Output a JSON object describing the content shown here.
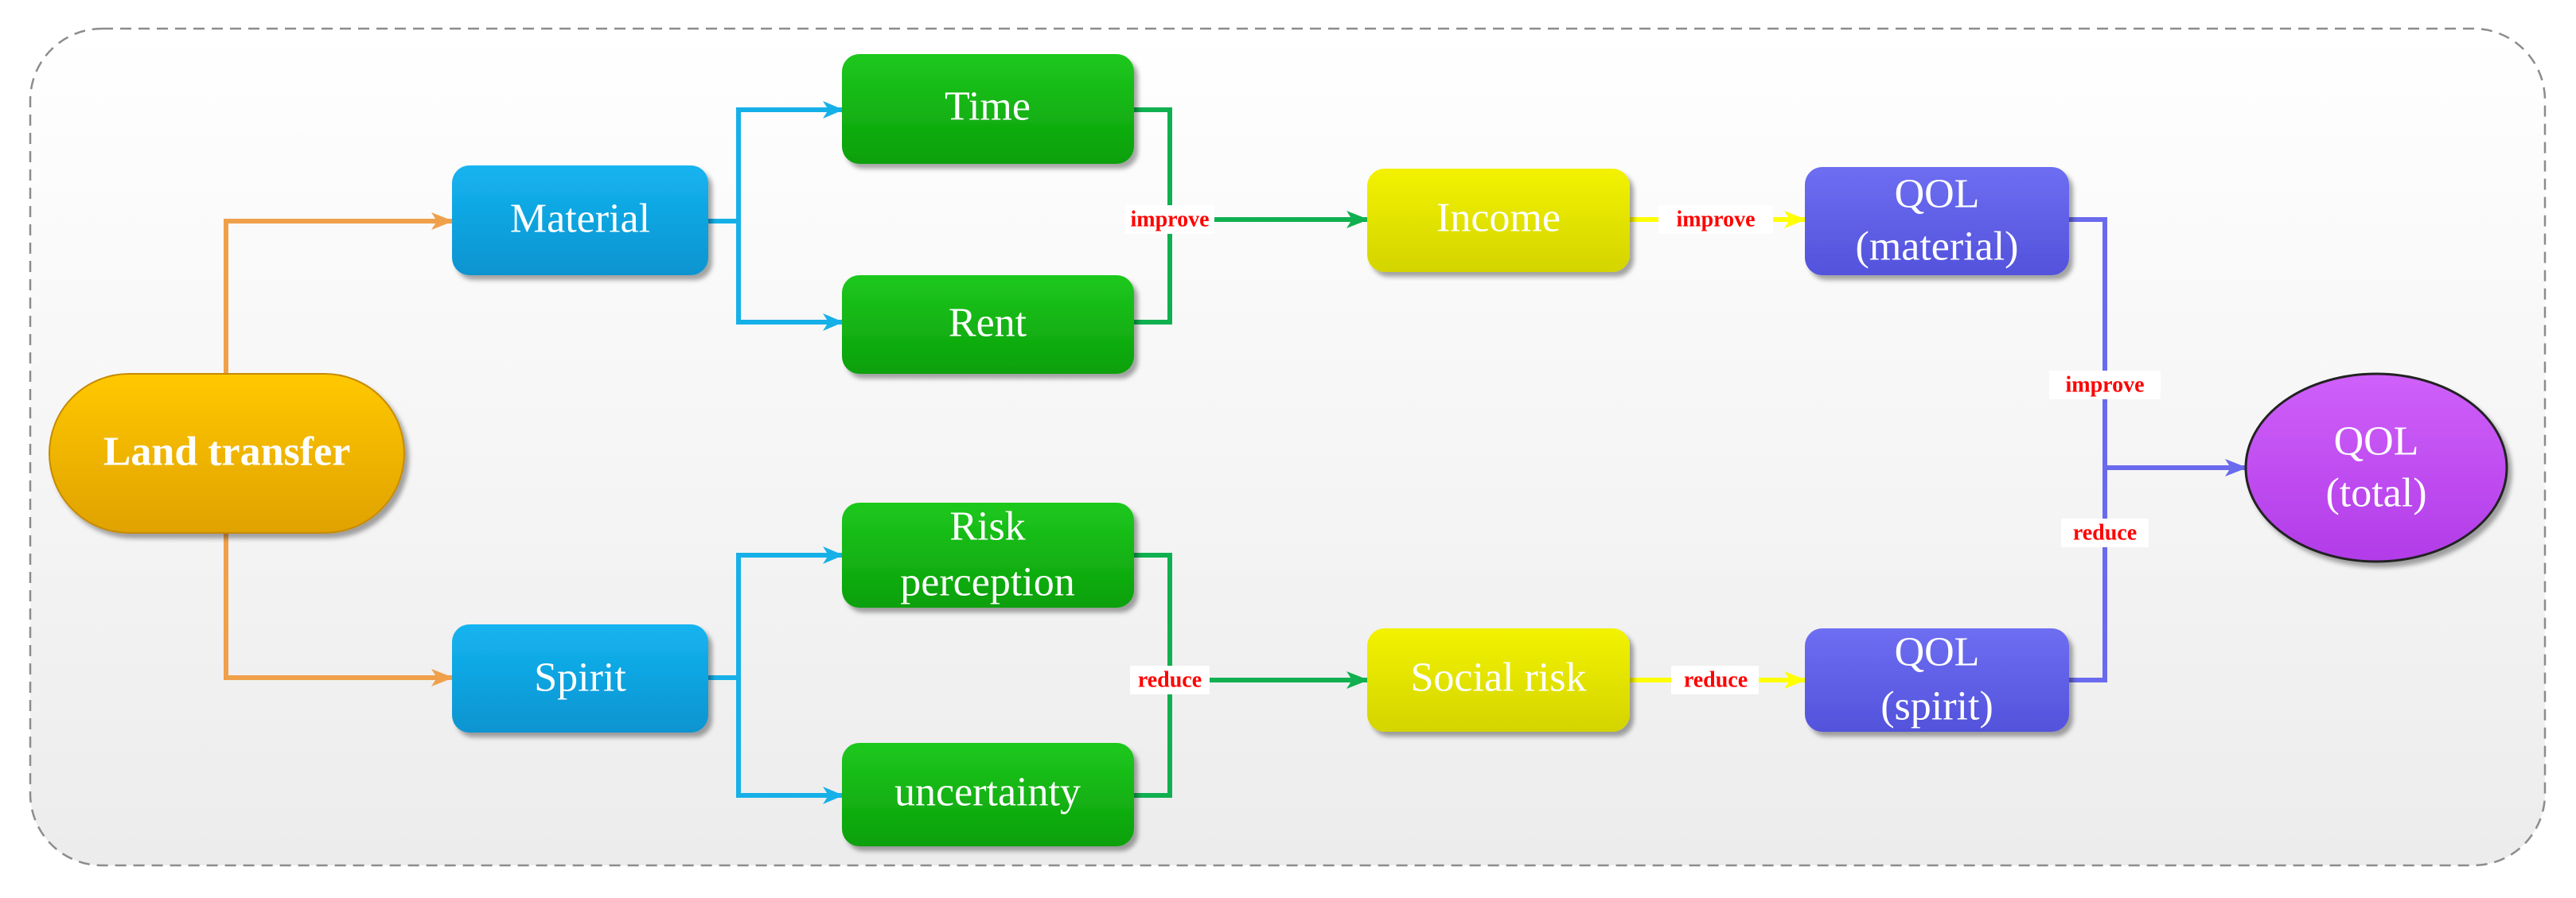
{
  "colors": {
    "orange": "#f5b400",
    "blue": "#0aa6e6",
    "green": "#11b511",
    "yellow": "#e6e600",
    "purple_blue": "#6262ea",
    "violet": "#c24ef5",
    "arrow_orange": "#f0a04b",
    "arrow_blue": "#16b0e8",
    "arrow_green": "#10b050",
    "arrow_yellow": "#ffff00",
    "arrow_purple": "#6a6aee",
    "label_red": "#ff0000"
  },
  "nodes": {
    "land_transfer": "Land transfer",
    "material": "Material",
    "spirit": "Spirit",
    "time": "Time",
    "rent": "Rent",
    "risk_perception_1": "Risk",
    "risk_perception_2": "perception",
    "uncertainty": "uncertainty",
    "income": "Income",
    "social_risk": "Social risk",
    "qol_material_1": "QOL",
    "qol_material_2": "(material)",
    "qol_spirit_1": "QOL",
    "qol_spirit_2": "(spirit)",
    "qol_total_1": "QOL",
    "qol_total_2": "(total)"
  },
  "edge_labels": {
    "improve_to_income": "improve",
    "improve_to_qol_material": "improve",
    "reduce_to_social_risk": "reduce",
    "reduce_to_qol_spirit": "reduce",
    "improve_to_total": "improve",
    "reduce_to_total": "reduce"
  }
}
